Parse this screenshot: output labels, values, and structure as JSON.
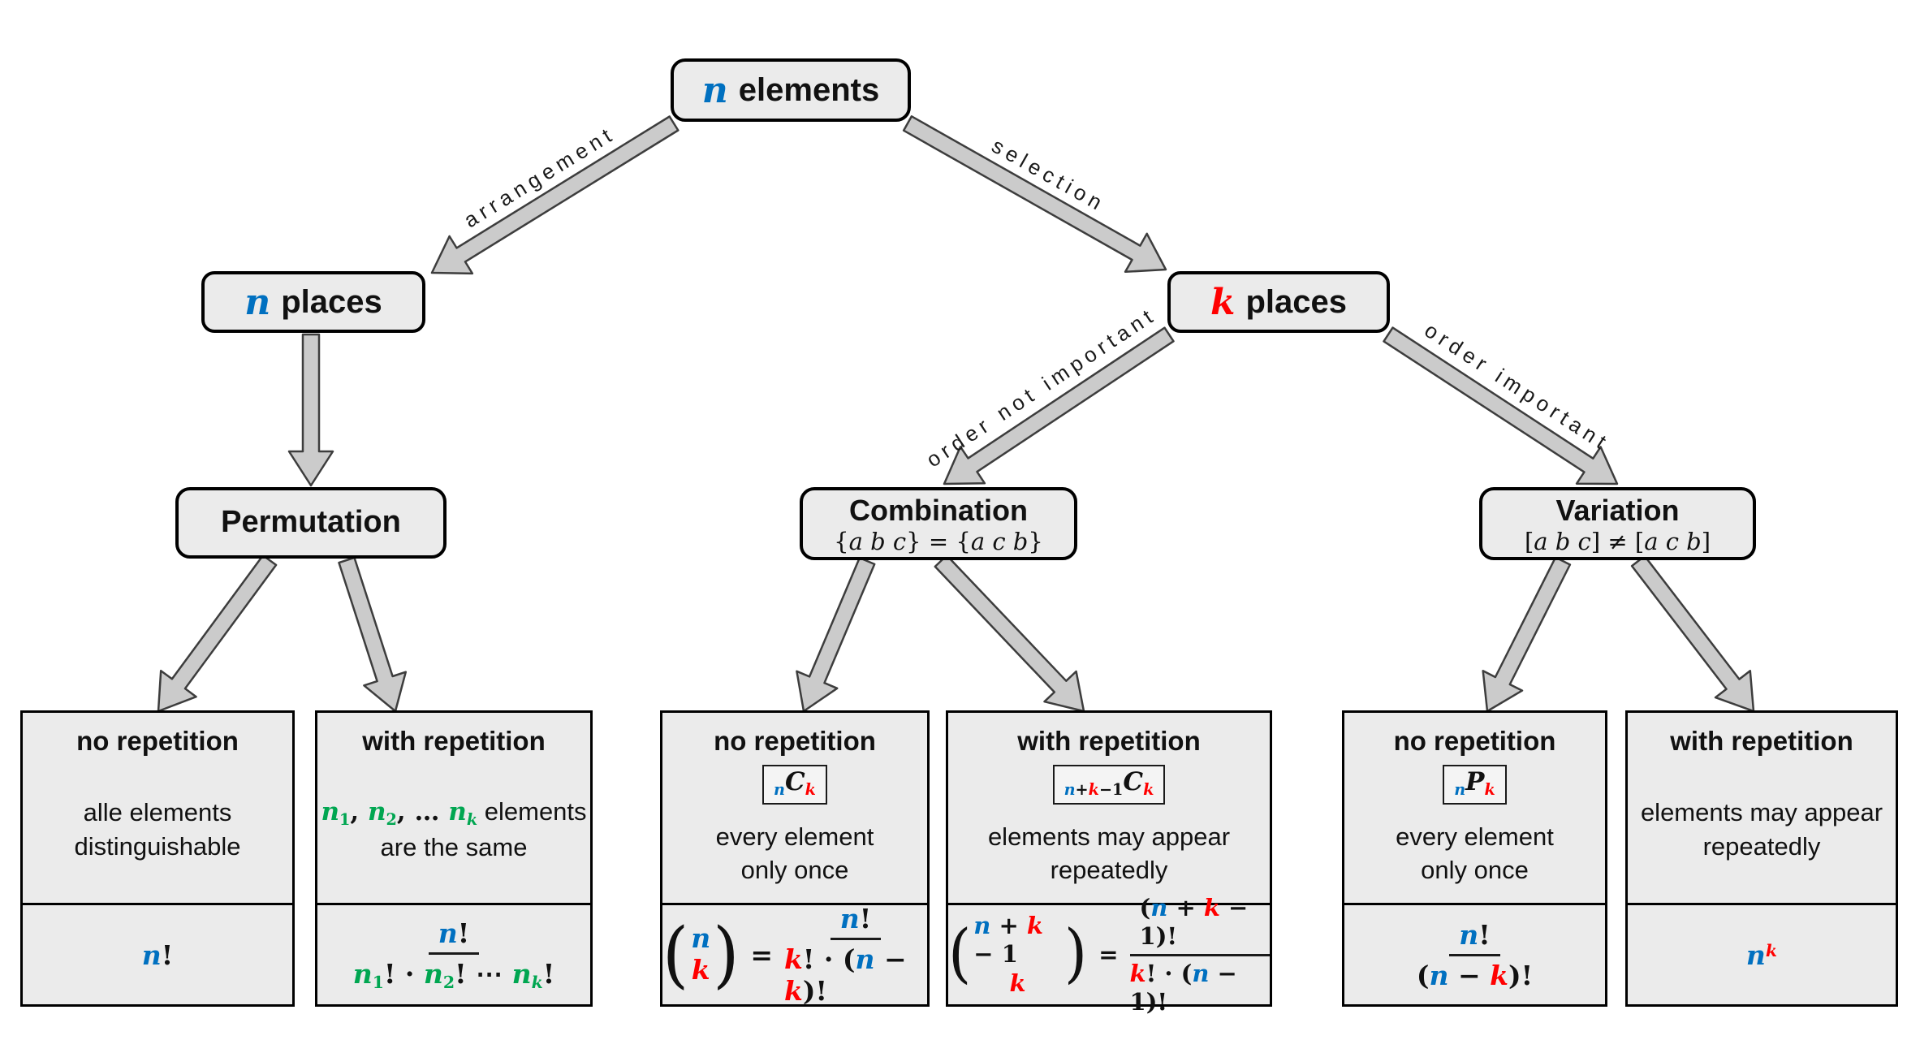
{
  "colors": {
    "blue": "#0070C0",
    "red": "#FF0000",
    "green": "#00A651",
    "box_fill": "#EBEBEB",
    "box_border": "#000000",
    "arrow_fill": "#CBCBCB",
    "arrow_outline": "#3D3D3D"
  },
  "nodes": {
    "root": {
      "variable": "n",
      "label": "elements"
    },
    "n_places": {
      "variable": "n",
      "label": "places"
    },
    "k_places": {
      "variable": "k",
      "label": "places"
    },
    "permutation": {
      "title": "Permutation"
    },
    "combination": {
      "title": "Combination",
      "subtitle": [
        {
          "t": "{",
          "s": 1
        },
        {
          "t": "a b c",
          "si": 1
        },
        {
          "t": "} = {",
          "s": 1
        },
        {
          "t": "a c b",
          "si": 1
        },
        {
          "t": "}",
          "s": 1
        }
      ]
    },
    "variation": {
      "title": "Variation",
      "subtitle": [
        {
          "t": "[",
          "s": 1
        },
        {
          "t": "a b c",
          "si": 1
        },
        {
          "t": "] ≠ [",
          "s": 1
        },
        {
          "t": "a c b",
          "si": 1
        },
        {
          "t": "]",
          "s": 1
        }
      ]
    }
  },
  "edges": {
    "arrangement": "arrangement",
    "selection": "selection",
    "order_not_important": "order not important",
    "order_important": "order important"
  },
  "leaves": {
    "perm_no": {
      "title": "no repetition",
      "body1": "alle elements",
      "body2": "distinguishable",
      "formula": [
        {
          "t": "n",
          "c": "blue",
          "m": 1
        },
        {
          "t": "!",
          "o": 1
        }
      ]
    },
    "perm_with": {
      "title": "with repetition",
      "body1_rich": [
        {
          "t": "n",
          "c": "green",
          "m": 1
        },
        {
          "t": "1",
          "c": "green",
          "o": 1,
          "sub": 1
        },
        {
          "t": ", ",
          "o": 1
        },
        {
          "t": "n",
          "c": "green",
          "m": 1
        },
        {
          "t": "2",
          "c": "green",
          "o": 1,
          "sub": 1
        },
        {
          "t": ", … ",
          "o": 1
        },
        {
          "t": "n",
          "c": "green",
          "m": 1
        },
        {
          "t": "k",
          "c": "green",
          "m": 1,
          "sub": 1
        },
        {
          "t": " elements"
        }
      ],
      "body2": "are the same",
      "frac_num": [
        {
          "t": "n",
          "c": "blue",
          "m": 1
        },
        {
          "t": "!",
          "o": 1
        }
      ],
      "frac_den": [
        {
          "t": "n",
          "c": "green",
          "m": 1
        },
        {
          "t": "1",
          "c": "green",
          "o": 1,
          "sub": 1
        },
        {
          "t": "! · ",
          "o": 1
        },
        {
          "t": "n",
          "c": "green",
          "m": 1
        },
        {
          "t": "2",
          "c": "green",
          "o": 1,
          "sub": 1
        },
        {
          "t": "! ⋯ ",
          "o": 1
        },
        {
          "t": "n",
          "c": "green",
          "m": 1
        },
        {
          "t": "k",
          "c": "green",
          "m": 1,
          "sub": 1
        },
        {
          "t": "!",
          "o": 1
        }
      ]
    },
    "comb_no": {
      "title": "no repetition",
      "badge": [
        {
          "t": "n",
          "c": "blue",
          "m": 1,
          "sub": 1
        },
        {
          "t": "C",
          "m": 1
        },
        {
          "t": "k",
          "c": "red",
          "m": 1,
          "sub": 1
        }
      ],
      "body1": "every element",
      "body2": "only once",
      "binom_top": [
        {
          "t": "n",
          "c": "blue",
          "m": 1
        }
      ],
      "binom_bot": [
        {
          "t": "k",
          "c": "red",
          "m": 1
        }
      ],
      "equals": "=",
      "frac_num": [
        {
          "t": "n",
          "c": "blue",
          "m": 1
        },
        {
          "t": "!",
          "o": 1
        }
      ],
      "frac_den": [
        {
          "t": "k",
          "c": "red",
          "m": 1
        },
        {
          "t": "! · (",
          "o": 1
        },
        {
          "t": "n",
          "c": "blue",
          "m": 1
        },
        {
          "t": " − ",
          "o": 1
        },
        {
          "t": "k",
          "c": "red",
          "m": 1
        },
        {
          "t": ")!",
          "o": 1
        }
      ]
    },
    "comb_with": {
      "title": "with repetition",
      "badge": [
        {
          "t": "n",
          "c": "blue",
          "m": 1,
          "sub": 1
        },
        {
          "t": "+",
          "o": 1,
          "sub": 1
        },
        {
          "t": "k",
          "c": "red",
          "m": 1,
          "sub": 1
        },
        {
          "t": "−1",
          "o": 1,
          "sub": 1
        },
        {
          "t": "C",
          "m": 1
        },
        {
          "t": "k",
          "c": "red",
          "m": 1,
          "sub": 1
        }
      ],
      "body1": "elements may appear",
      "body2": "repeatedly",
      "binom_top": [
        {
          "t": "n",
          "c": "blue",
          "m": 1
        },
        {
          "t": " + ",
          "o": 1
        },
        {
          "t": "k",
          "c": "red",
          "m": 1
        },
        {
          "t": " − ",
          "o": 1
        },
        {
          "t": "1",
          "o": 1
        }
      ],
      "binom_bot": [
        {
          "t": "k",
          "c": "red",
          "m": 1
        }
      ],
      "equals": "=",
      "frac_num": [
        {
          "t": "(",
          "o": 1
        },
        {
          "t": "n",
          "c": "blue",
          "m": 1
        },
        {
          "t": " + ",
          "o": 1
        },
        {
          "t": "k",
          "c": "red",
          "m": 1
        },
        {
          "t": " − ",
          "o": 1
        },
        {
          "t": "1",
          "o": 1
        },
        {
          "t": ")!",
          "o": 1
        }
      ],
      "frac_den": [
        {
          "t": "k",
          "c": "red",
          "m": 1
        },
        {
          "t": "! · (",
          "o": 1
        },
        {
          "t": "n",
          "c": "blue",
          "m": 1
        },
        {
          "t": " − ",
          "o": 1
        },
        {
          "t": "1",
          "o": 1
        },
        {
          "t": ")!",
          "o": 1
        }
      ]
    },
    "var_no": {
      "title": "no repetition",
      "badge": [
        {
          "t": "n",
          "c": "blue",
          "m": 1,
          "sub": 1
        },
        {
          "t": "P",
          "m": 1
        },
        {
          "t": "k",
          "c": "red",
          "m": 1,
          "sub": 1
        }
      ],
      "body1": "every element",
      "body2": "only once",
      "frac_num": [
        {
          "t": "n",
          "c": "blue",
          "m": 1
        },
        {
          "t": "!",
          "o": 1
        }
      ],
      "frac_den": [
        {
          "t": "(",
          "o": 1
        },
        {
          "t": "n",
          "c": "blue",
          "m": 1
        },
        {
          "t": " − ",
          "o": 1
        },
        {
          "t": "k",
          "c": "red",
          "m": 1
        },
        {
          "t": ")!",
          "o": 1
        }
      ]
    },
    "var_with": {
      "title": "with repetition",
      "body1": "elements may appear",
      "body2": "repeatedly",
      "formula": [
        {
          "t": "n",
          "c": "blue",
          "m": 1
        },
        {
          "t": "k",
          "c": "red",
          "m": 1,
          "sup": 1
        }
      ]
    }
  }
}
